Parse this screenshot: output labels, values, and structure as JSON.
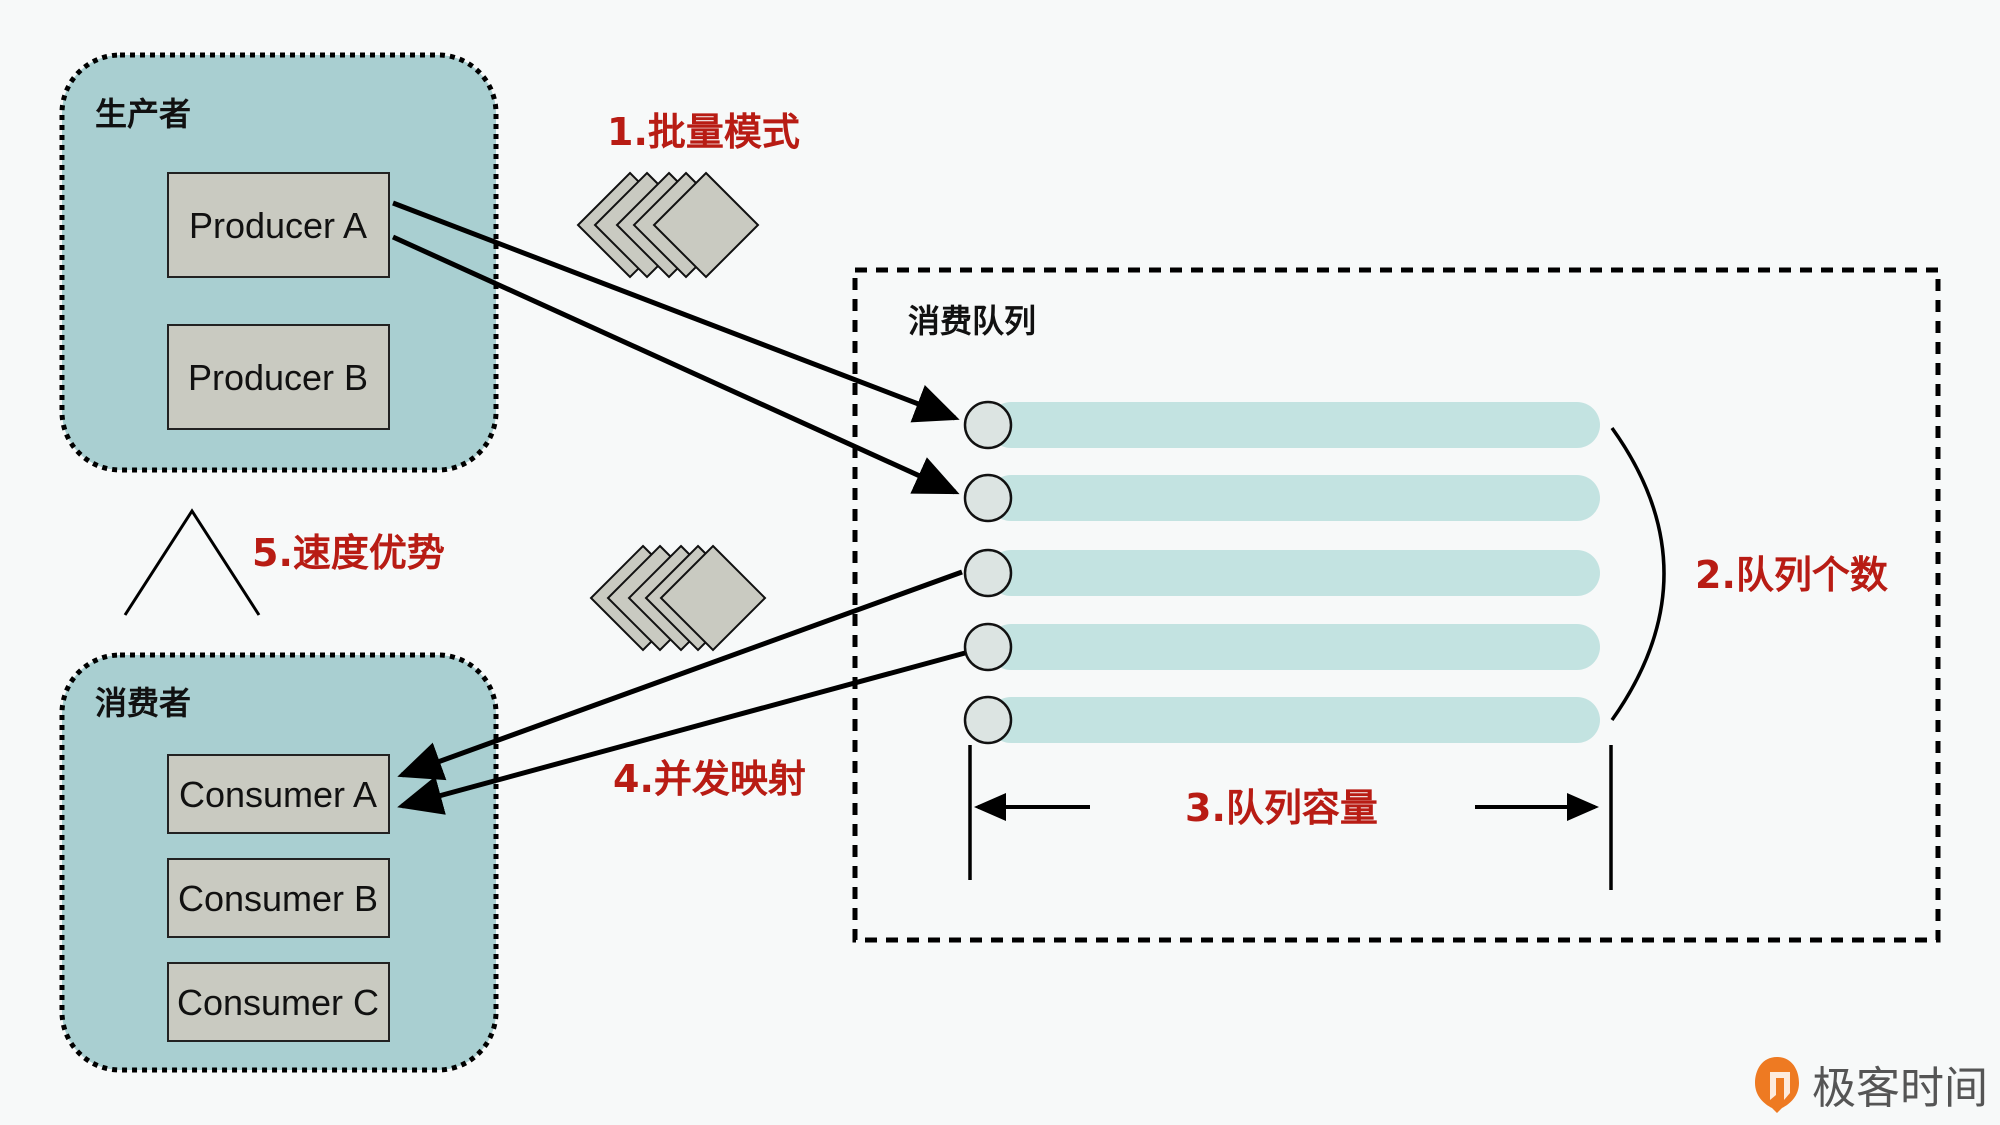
{
  "colors": {
    "background": "#f7f9f9",
    "group_fill": "#a9cfd1",
    "box_fill": "#c9cac1",
    "queue_fill": "#c3e3e1",
    "queue_head_fill": "#dce4e2",
    "accent_red": "#b81c14",
    "logo_orange": "#ee7a22",
    "logo_text": "#555555"
  },
  "producer_group": {
    "title": "生产者",
    "producers": [
      "Producer A",
      "Producer B"
    ]
  },
  "consumer_group": {
    "title": "消费者",
    "consumers": [
      "Consumer A",
      "Consumer B",
      "Consumer C"
    ]
  },
  "queue_group": {
    "title": "消费队列",
    "queue_count": 5
  },
  "annotations": {
    "batch_mode": "1.批量模式",
    "queue_count": "2.队列个数",
    "queue_capacity": "3.队列容量",
    "concurrent_mapping": "4.并发映射",
    "speed_advantage": "5.速度优势"
  },
  "message_batches": [
    {
      "name": "produce-batch",
      "count": 5
    },
    {
      "name": "consume-batch",
      "count": 5
    }
  ],
  "logo": {
    "text": "极客时间",
    "icon": "geektime-logo-icon"
  }
}
